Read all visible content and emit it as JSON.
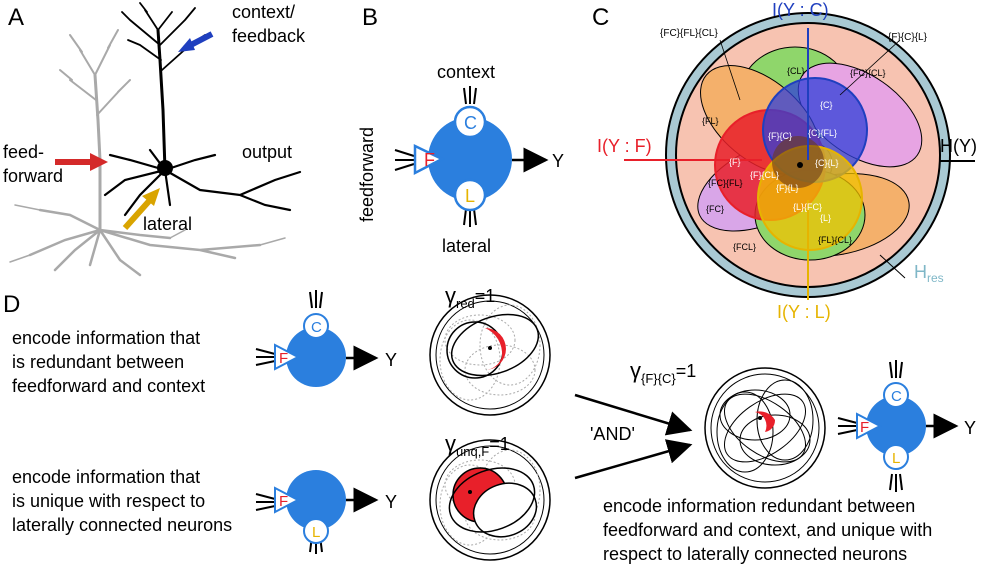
{
  "panels": {
    "A": {
      "letter": "A",
      "context_feedback": [
        "context/",
        "feedback"
      ],
      "feedforward": [
        "feed-",
        "forward"
      ],
      "output": "output",
      "lateral": "lateral"
    },
    "B": {
      "letter": "B",
      "context": "context",
      "feedforward": "feedforward",
      "lateral": "lateral",
      "out": "Y",
      "soma_labels": {
        "C": "C",
        "F": "F",
        "L": "L"
      }
    },
    "C": {
      "letter": "C",
      "I_YC": "I(Y : C)",
      "I_YF": "I(Y : F)",
      "I_YL": "I(Y : L)",
      "H_Y": "H(Y)",
      "H_res": "H",
      "H_res_sub": "res",
      "outer_labels": {
        "FC_FL_CL": "{FC}{FL}{CL}",
        "F_C_L": "{F}{C}{L}"
      },
      "atoms": {
        "CL": "{CL}",
        "FC_CL": "{FC}{CL}",
        "C": "{C}",
        "FL": "{FL}",
        "F_C": "{F}{C}",
        "C_FL": "{C}{FL}",
        "F": "{F}",
        "F_CL": "{F}{CL}",
        "C_L": "{C}{L}",
        "F_L": "{F}{L}",
        "FC_FL": "{FC}{FL}",
        "L_FC": "{L}{FC}",
        "FC": "{FC}",
        "L": "{L}",
        "FL_CL": "{FL}{CL}",
        "FCL": "{FCL}"
      },
      "colors": {
        "F": "#e8202a",
        "C": "#1f3fbf",
        "L": "#e6b400",
        "outer_ring": "#a9c9d3",
        "inner_fill": "#f7c3b1"
      }
    },
    "D": {
      "letter": "D",
      "text1": [
        "encode information that",
        "is redundant between",
        "feedforward and context"
      ],
      "text2": [
        "encode information that",
        "is unique with respect to",
        "laterally connected neurons"
      ],
      "text3": [
        "encode information redundant between",
        "feedforward and context, and unique with",
        "respect to laterally connected neurons"
      ],
      "gamma_red": {
        "sym": "γ",
        "sub": "red",
        "eq": "=1"
      },
      "gamma_unq": {
        "sym": "γ",
        "sub": "unq,F",
        "eq": "=1"
      },
      "gamma_and": {
        "sym": "γ",
        "sub": "{F}{C}",
        "eq": "=1"
      },
      "and": "'AND'",
      "out": "Y",
      "soma_labels": {
        "C": "C",
        "F": "F",
        "L": "L"
      }
    }
  }
}
